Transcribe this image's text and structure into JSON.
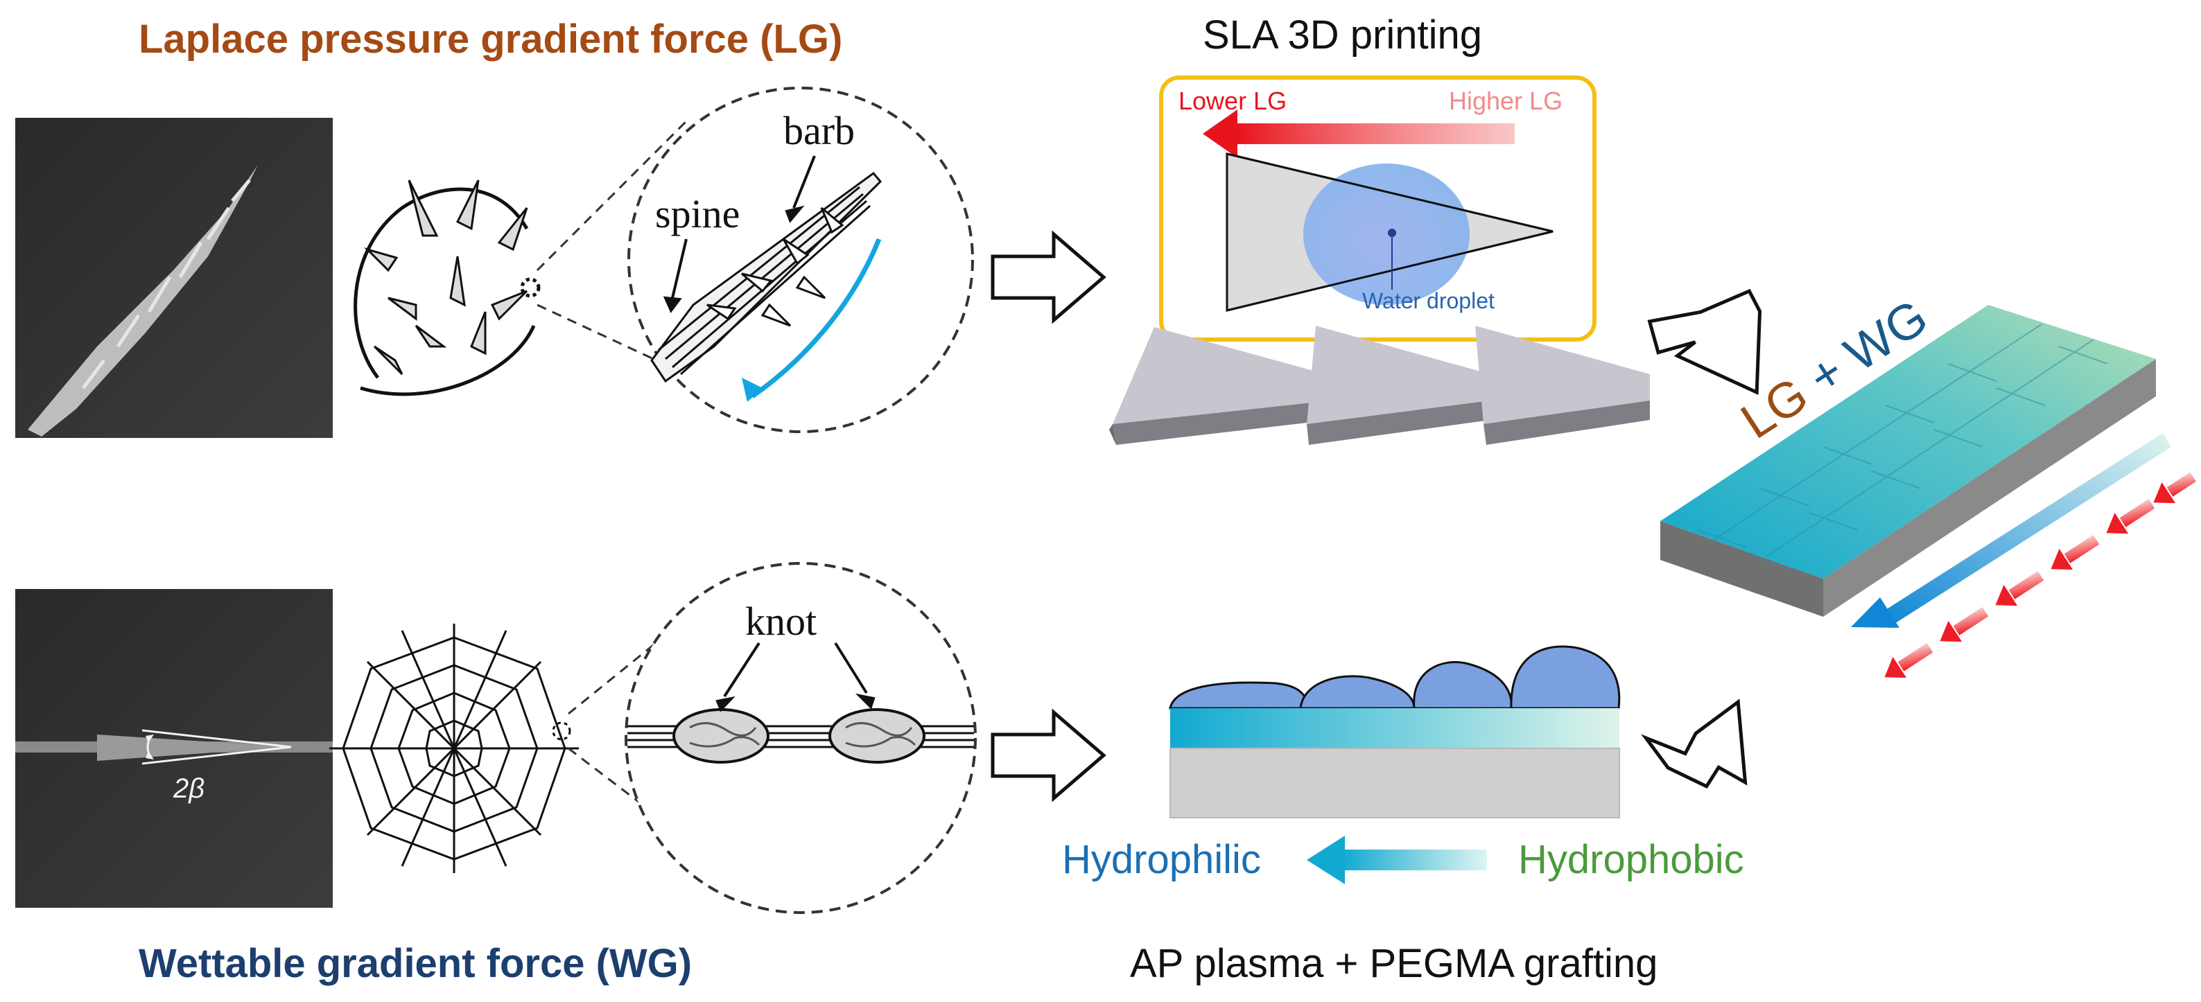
{
  "titles": {
    "laplace": "Laplace pressure gradient force (LG)",
    "wettable": "Wettable gradient force (WG)",
    "sla": "SLA 3D printing",
    "plasma": "AP plasma + PEGMA grafting"
  },
  "labels": {
    "barb": "barb",
    "spine": "spine",
    "knot": "knot",
    "beta": "2β",
    "lower_lg": "Lower LG",
    "higher_lg": "Higher LG",
    "water_droplet": "Water droplet",
    "hydrophilic": "Hydrophilic",
    "hydrophobic": "Hydrophobic",
    "combo_lg": "LG",
    "combo_plus": " + ",
    "combo_wg": "WG"
  },
  "colors": {
    "laplace_title": "#a54a14",
    "wettable_title": "#1c3f6e",
    "lower_lg": "#e8141c",
    "higher_lg": "#f08a8a",
    "hydrophilic": "#1a6fb5",
    "hydrophobic": "#4a9a3c",
    "gradient_cyan": "#12a9d1",
    "panel_border": "#f2c014"
  }
}
